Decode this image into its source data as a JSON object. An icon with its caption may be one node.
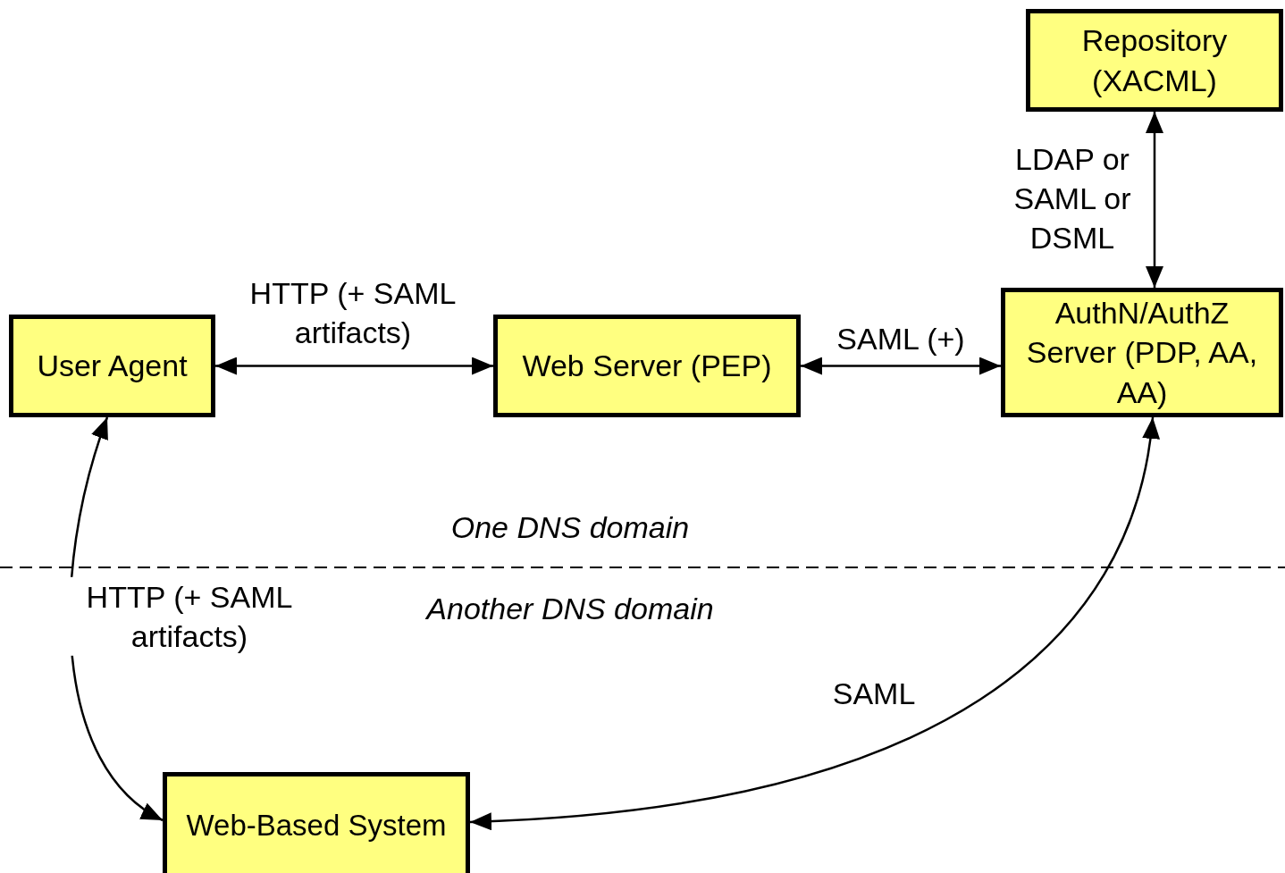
{
  "diagram": {
    "nodes": [
      {
        "text": [
          "Repository (XACML)"
        ]
      },
      {
        "text": [
          "User Agent"
        ]
      },
      {
        "text": [
          "Web Server (PEP)"
        ]
      },
      {
        "text": [
          "AuthN/AuthZ Server (PDP, AA, AA)"
        ]
      },
      {
        "text": [
          "Web-Based System"
        ]
      }
    ],
    "edges": [
      {
        "from": 1,
        "to": 2,
        "arrow": "both",
        "label": "HTTP (+ SAML artifacts)"
      },
      {
        "from": 2,
        "to": 3,
        "arrow": "both",
        "label": "SAML (+)"
      },
      {
        "from": 0,
        "to": 3,
        "arrow": "both",
        "label": "LDAP or SAML or DSML"
      },
      {
        "from": 1,
        "to": 4,
        "arrow": "both",
        "label": "HTTP (+ SAML artifacts)"
      },
      {
        "from": 3,
        "to": 4,
        "arrow": "both",
        "label": "SAML"
      }
    ],
    "labels": [
      "One DNS domain",
      "Another DNS domain"
    ]
  }
}
